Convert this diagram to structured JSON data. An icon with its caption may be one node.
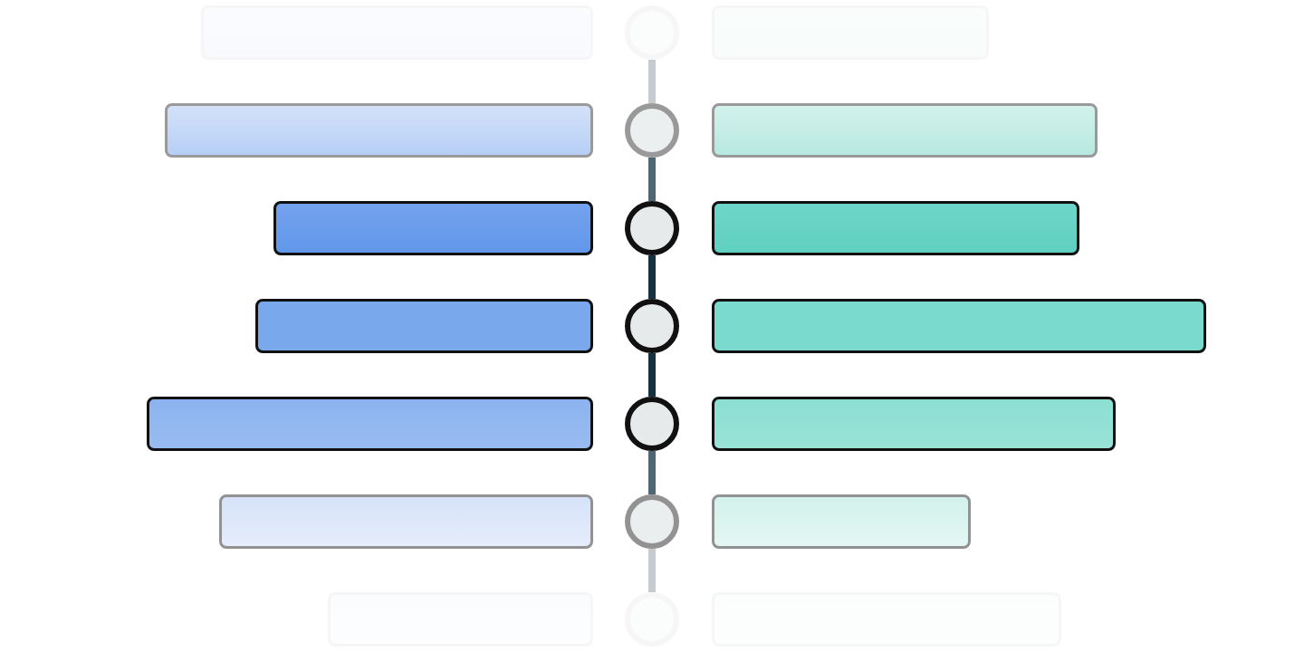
{
  "diagram": {
    "nodes": [
      {
        "text": [],
        "shape": "box"
      },
      {
        "text": [],
        "shape": "circle"
      },
      {
        "text": [],
        "shape": "box"
      },
      {
        "text": [],
        "shape": "box"
      },
      {
        "text": [],
        "shape": "circle"
      },
      {
        "text": [],
        "shape": "box"
      },
      {
        "text": [],
        "shape": "box"
      },
      {
        "text": [],
        "shape": "circle"
      },
      {
        "text": [],
        "shape": "box"
      },
      {
        "text": [],
        "shape": "box"
      },
      {
        "text": [],
        "shape": "circle"
      },
      {
        "text": [],
        "shape": "box"
      },
      {
        "text": [],
        "shape": "box"
      },
      {
        "text": [],
        "shape": "circle"
      },
      {
        "text": [],
        "shape": "box"
      },
      {
        "text": [],
        "shape": "box"
      },
      {
        "text": [],
        "shape": "circle"
      },
      {
        "text": [],
        "shape": "box"
      },
      {
        "text": [],
        "shape": "box"
      },
      {
        "text": [],
        "shape": "circle"
      },
      {
        "text": [],
        "shape": "box"
      }
    ],
    "edges": [
      {
        "from": 1,
        "to": 4,
        "arrow": "none",
        "color": "#c4cbd1"
      },
      {
        "from": 4,
        "to": 7,
        "arrow": "none",
        "color": "#4f6673"
      },
      {
        "from": 7,
        "to": 10,
        "arrow": "none",
        "color": "#163240"
      },
      {
        "from": 10,
        "to": 13,
        "arrow": "none",
        "color": "#163240"
      },
      {
        "from": 13,
        "to": 16,
        "arrow": "none",
        "color": "#4f6673"
      },
      {
        "from": 16,
        "to": 19,
        "arrow": "none",
        "color": "#c4cbd1"
      }
    ]
  }
}
